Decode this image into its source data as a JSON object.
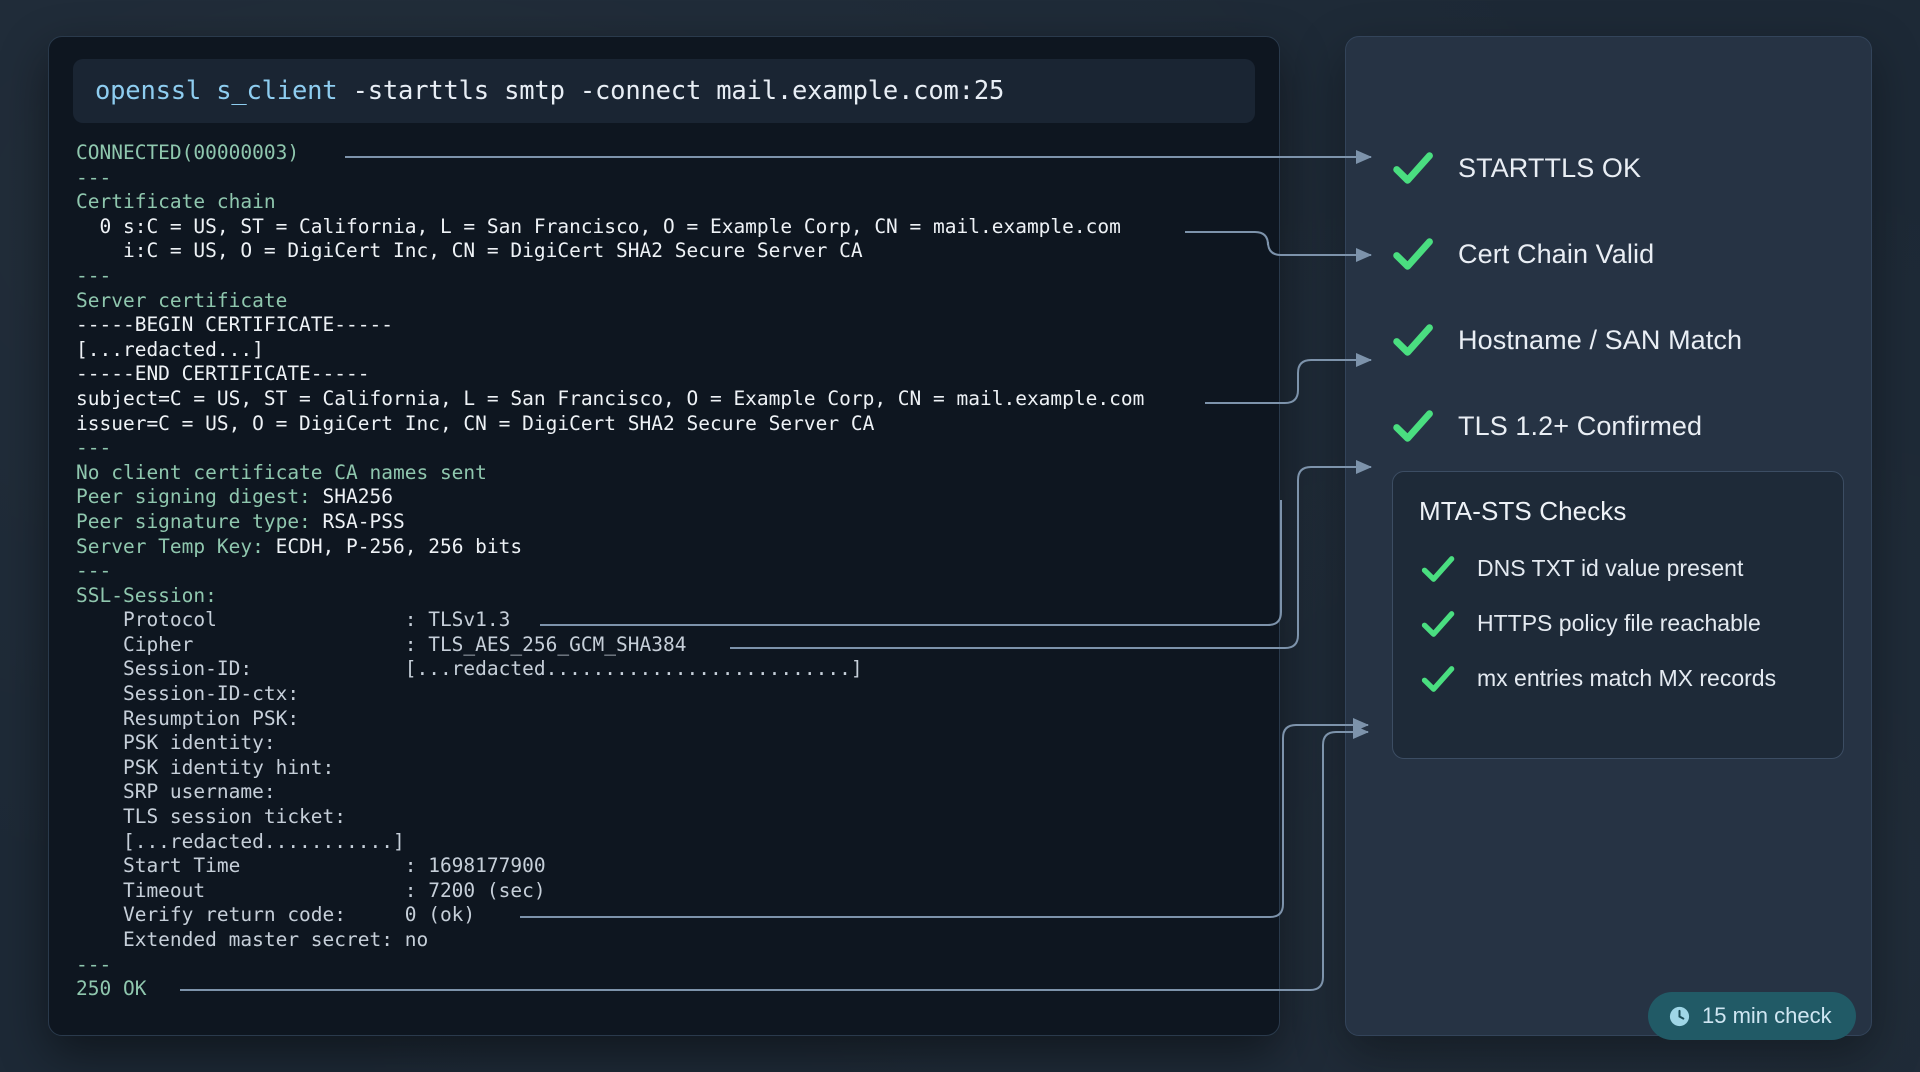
{
  "colors": {
    "page_bg": "#1d2936",
    "terminal_bg": "#0e1620",
    "panel_bg": "#263344",
    "card_bg": "#1e2a38",
    "check_green": "#4ade80",
    "term_green": "#8fc7ae",
    "cmd_accent": "#8ecdf0",
    "badge_bg": "#215a66",
    "connector": "#7d93ab"
  },
  "terminal": {
    "command": {
      "accent": "openssl s_client",
      "rest": " -starttls smtp -connect mail.example.com:25",
      "full": "openssl s_client -starttls smtp -connect mail.example.com:25"
    },
    "lines": [
      {
        "text": "CONNECTED(00000003)",
        "style": "g"
      },
      {
        "text": "---",
        "style": "g"
      },
      {
        "text": "Certificate chain",
        "style": "g"
      },
      {
        "text": "  0 s:C = US, ST = California, L = San Francisco, O = Example Corp, CN = mail.example.com",
        "style": "w"
      },
      {
        "text": "    i:C = US, O = DigiCert Inc, CN = DigiCert SHA2 Secure Server CA",
        "style": "w"
      },
      {
        "text": "---",
        "style": "g"
      },
      {
        "text": "Server certificate",
        "style": "g"
      },
      {
        "text": "-----BEGIN CERTIFICATE-----",
        "style": "w"
      },
      {
        "text": "[...redacted...]",
        "style": "w"
      },
      {
        "text": "-----END CERTIFICATE-----",
        "style": "w"
      },
      {
        "text": "subject=C = US, ST = California, L = San Francisco, O = Example Corp, CN = mail.example.com",
        "style": "w"
      },
      {
        "text": "issuer=C = US, O = DigiCert Inc, CN = DigiCert SHA2 Secure Server CA",
        "style": "w"
      },
      {
        "text": "---",
        "style": "g"
      },
      {
        "text": "No client certificate CA names sent",
        "style": "g"
      },
      {
        "label": "Peer signing digest: ",
        "value": "SHA256",
        "style": "kv"
      },
      {
        "label": "Peer signature type: ",
        "value": "RSA-PSS",
        "style": "kv"
      },
      {
        "label": "Server Temp Key: ",
        "value": "ECDH, P-256, 256 bits",
        "style": "kv"
      },
      {
        "text": "---",
        "style": "g"
      },
      {
        "text": "SSL-Session:",
        "style": "g"
      },
      {
        "text": "    Protocol                : TLSv1.3",
        "style": "m"
      },
      {
        "text": "    Cipher                  : TLS_AES_256_GCM_SHA384",
        "style": "m"
      },
      {
        "text": "    Session-ID:             [...redacted..........................]",
        "style": "m"
      },
      {
        "text": "    Session-ID-ctx:",
        "style": "m"
      },
      {
        "text": "    Resumption PSK:",
        "style": "m"
      },
      {
        "text": "    PSK identity:",
        "style": "m"
      },
      {
        "text": "    PSK identity hint:",
        "style": "m"
      },
      {
        "text": "    SRP username:",
        "style": "m"
      },
      {
        "text": "    TLS session ticket:",
        "style": "m"
      },
      {
        "text": "    [...redacted...........]",
        "style": "m"
      },
      {
        "text": "    Start Time              : 1698177900",
        "style": "m"
      },
      {
        "text": "    Timeout                 : 7200 (sec)",
        "style": "m"
      },
      {
        "text": "    Verify return code:     0 (ok)",
        "style": "m"
      },
      {
        "text": "    Extended master secret: no",
        "style": "m"
      },
      {
        "text": "---",
        "style": "g"
      },
      {
        "text": "250 OK",
        "style": "g"
      }
    ]
  },
  "panel": {
    "checks": [
      {
        "label": "STARTTLS OK",
        "icon": "check-icon"
      },
      {
        "label": "Cert Chain Valid",
        "icon": "check-icon"
      },
      {
        "label": "Hostname / SAN Match",
        "icon": "check-icon"
      },
      {
        "label": "TLS 1.2+ Confirmed",
        "icon": "check-icon"
      }
    ],
    "mta_card": {
      "title": "MTA-STS Checks",
      "items": [
        {
          "label": "DNS TXT id value present",
          "icon": "check-icon"
        },
        {
          "label": "HTTPS policy file reachable",
          "icon": "check-icon"
        },
        {
          "label": "mx entries match MX records",
          "icon": "check-icon"
        }
      ]
    }
  },
  "badge": {
    "icon": "clock-icon",
    "text": "15 min check"
  }
}
